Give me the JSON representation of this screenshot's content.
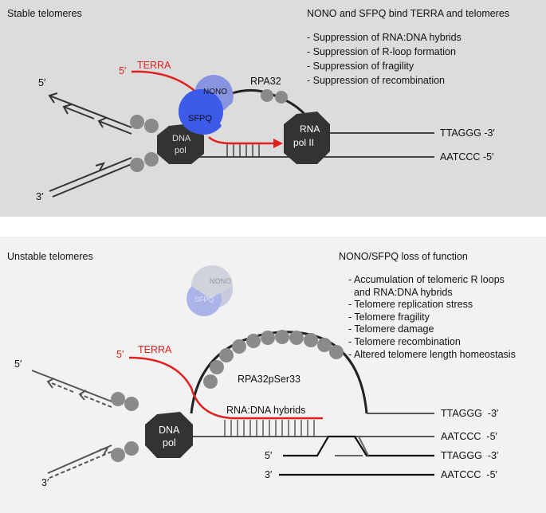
{
  "top": {
    "title": "Stable telomeres",
    "heading": "NONO and SFPQ bind TERRA and telomeres",
    "bullets": [
      "- Suppression of RNA:DNA hybrids",
      "- Suppression of R-loop formation",
      "- Suppression of fragility",
      "- Suppression of recombination"
    ],
    "labels": {
      "five_prime_left": "5′",
      "three_prime_left": "3′",
      "terra_five_prime": "5′",
      "terra": "TERRA",
      "nono": "NONO",
      "sfpq": "SFPQ",
      "dna_pol_line1": "DNA",
      "dna_pol_line2": "pol",
      "rpa32": "RPA32",
      "rna_pol_line1": "RNA",
      "rna_pol_line2": "pol II",
      "strand_top": "TTAGGG -3′",
      "strand_bottom": "AATCCC -5′"
    }
  },
  "bottom": {
    "title": "Unstable telomeres",
    "heading": "NONO/SFPQ loss of function",
    "bullets": [
      "- Accumulation of telomeric R loops",
      "  and RNA:DNA hybrids",
      "- Telomere replication stress",
      "- Telomere fragility",
      "- Telomere damage",
      "- Telomere recombination",
      "- Altered telomere length homeostasis"
    ],
    "labels": {
      "nono": "NONO",
      "sfpq": "SFPQ",
      "five_prime_left": "5′",
      "three_prime_left": "3′",
      "terra_five_prime": "5′",
      "terra": "TERRA",
      "rpa": "RPA32pSer33",
      "hybrids": "RNA:DNA hybrids",
      "dna_pol_line1": "DNA",
      "dna_pol_line2": "pol",
      "strand1": "TTAGGG  -3′",
      "strand2": "AATCCC  -5′",
      "strand3": "TTAGGG  -3′",
      "strand4": "AATCCC  -5′",
      "break_five_prime": "5′",
      "break_three_prime": "3′"
    }
  },
  "colors": {
    "terra_red": "#e0201c",
    "sfpq_blue": "#3b5be8",
    "nono_blue": "#8894e0",
    "polymerase": "#333333",
    "rpa_ball": "#8a8a8a"
  }
}
